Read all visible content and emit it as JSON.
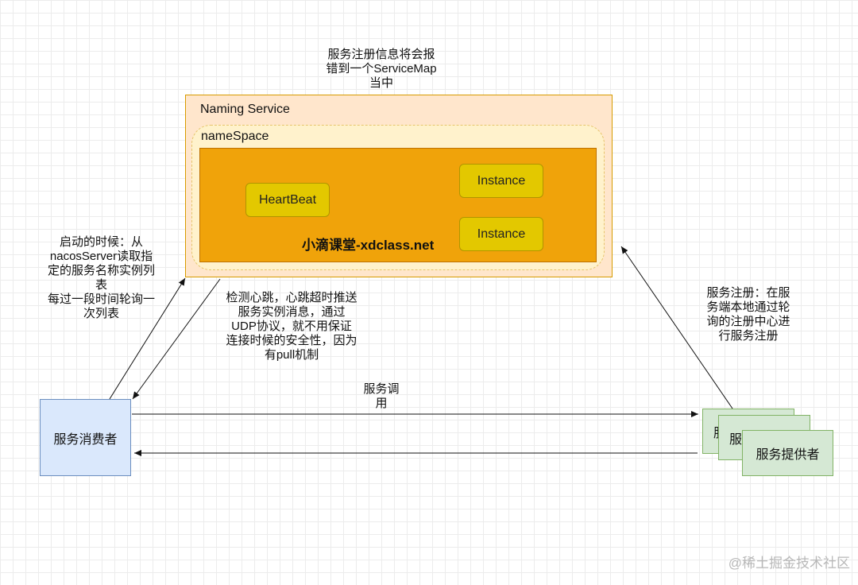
{
  "labels": {
    "naming_service": "Naming Service",
    "namespace": "nameSpace",
    "heartbeat": "HeartBeat",
    "instance_1": "Instance",
    "instance_2": "Instance",
    "center_watermark": "小滴课堂-xdclass.net",
    "consumer": "服务消费者",
    "provider_back": "服",
    "provider_mid": "服",
    "provider_front": "服务提供者"
  },
  "notes": {
    "service_map": "服务注册信息将会报\n错到一个ServiceMap\n当中",
    "consumer_fetch": "启动的时候：从\nnacosServer读取指\n定的服务名称实例列\n表\n每过一段时间轮询一\n次列表",
    "heartbeat_push": "检测心跳，心跳超时推送\n服务实例消息，通过\nUDP协议，就不用保证\n连接时候的安全性，因为\n有pull机制",
    "service_call": "服务调\n用",
    "service_register": "服务注册：在服\n务端本地通过轮\n询的注册中心进\n行服务注册"
  },
  "credit": "@稀土掘金技术社区",
  "colors": {
    "naming_service_fill": "#ffe6cc",
    "namespace_fill": "#fff2cc",
    "service_map_fill": "#f0a30a",
    "component_fill": "#e3c800",
    "consumer_fill": "#dae8fc",
    "provider_fill": "#d5e8d4"
  }
}
